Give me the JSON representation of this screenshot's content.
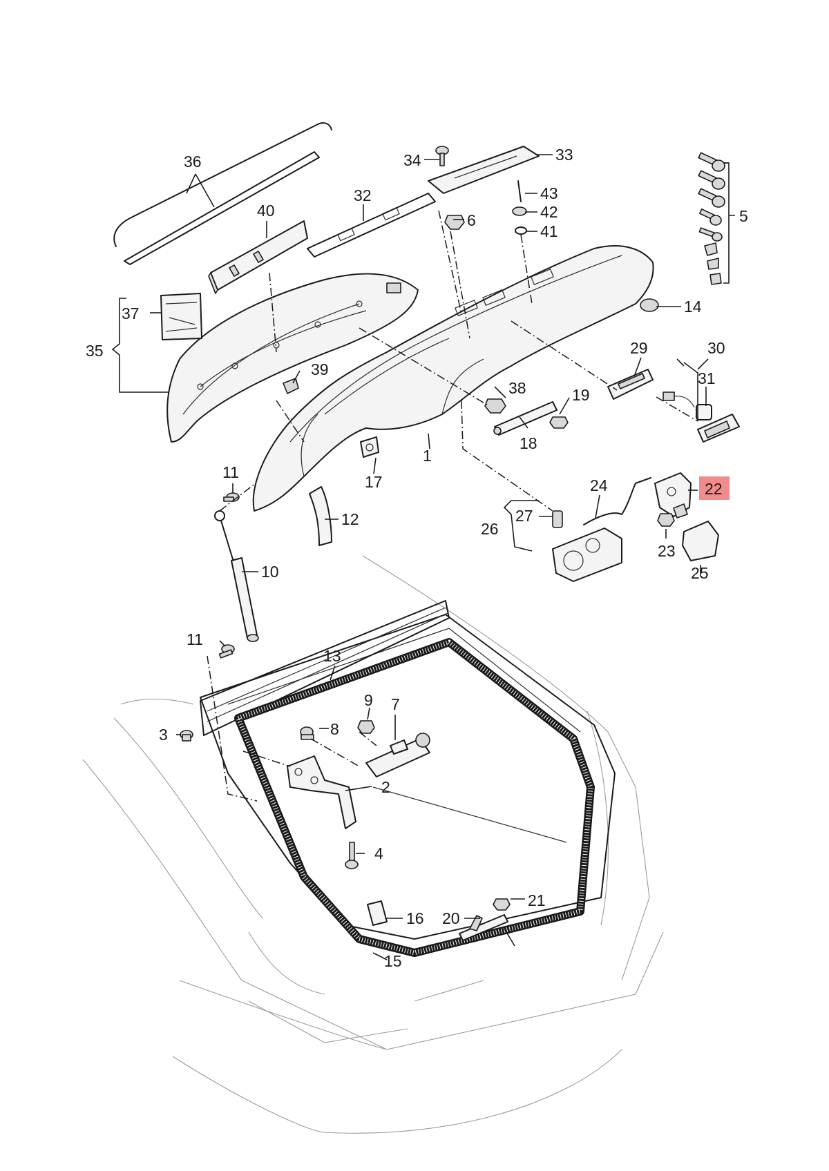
{
  "callouts": {
    "c1": "1",
    "c2": "2",
    "c3": "3",
    "c4": "4",
    "c5": "5",
    "c6": "6",
    "c7": "7",
    "c8": "8",
    "c9": "9",
    "c10": "10",
    "c11a": "11",
    "c11b": "11",
    "c12": "12",
    "c13": "13",
    "c14": "14",
    "c15": "15",
    "c16": "16",
    "c17": "17",
    "c18": "18",
    "c19": "19",
    "c20": "20",
    "c21": "21",
    "c22": "22",
    "c23": "23",
    "c24": "24",
    "c25": "25",
    "c26": "26",
    "c27": "27",
    "c29": "29",
    "c30": "30",
    "c31": "31",
    "c32": "32",
    "c33": "33",
    "c34": "34",
    "c35": "35",
    "c36": "36",
    "c37": "37",
    "c38": "38",
    "c39": "39",
    "c40": "40",
    "c41": "41",
    "c42": "42",
    "c43": "43"
  },
  "highlight": {
    "part": "22",
    "color": "#f28b8b"
  }
}
